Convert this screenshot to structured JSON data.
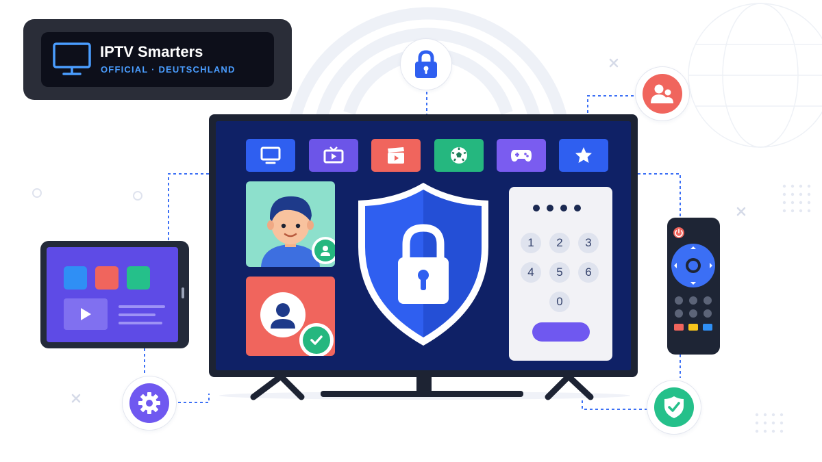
{
  "badge": {
    "title": "IPTV Smarters",
    "subtitle": "OFFICIAL · DEUTSCHLAND",
    "icon": "monitor-icon"
  },
  "colors": {
    "accent_blue": "#3b6ff5",
    "screen_bg": "#0f2166",
    "purple": "#6f58f0",
    "red": "#f0655d",
    "green": "#25c08a",
    "badge_text_blue": "#4a9dff"
  },
  "tv_apps": [
    {
      "icon": "monitor-icon",
      "color": "#2f5ff0"
    },
    {
      "icon": "tv-icon",
      "color": "#6c55e8"
    },
    {
      "icon": "clapperboard-icon",
      "color": "#f0655d"
    },
    {
      "icon": "soccer-ball-icon",
      "color": "#25b77f"
    },
    {
      "icon": "gamepad-icon",
      "color": "#7a5cf0"
    },
    {
      "icon": "star-icon",
      "color": "#2f5ff0"
    }
  ],
  "keypad": {
    "pin_dots": 4,
    "keys": [
      "1",
      "2",
      "3",
      "4",
      "5",
      "6",
      "0"
    ]
  },
  "satellites": [
    {
      "name": "lock",
      "icon": "padlock-icon"
    },
    {
      "name": "family",
      "icon": "family-icon"
    },
    {
      "name": "settings",
      "icon": "gear-icon"
    },
    {
      "name": "security",
      "icon": "shield-check-icon"
    }
  ]
}
